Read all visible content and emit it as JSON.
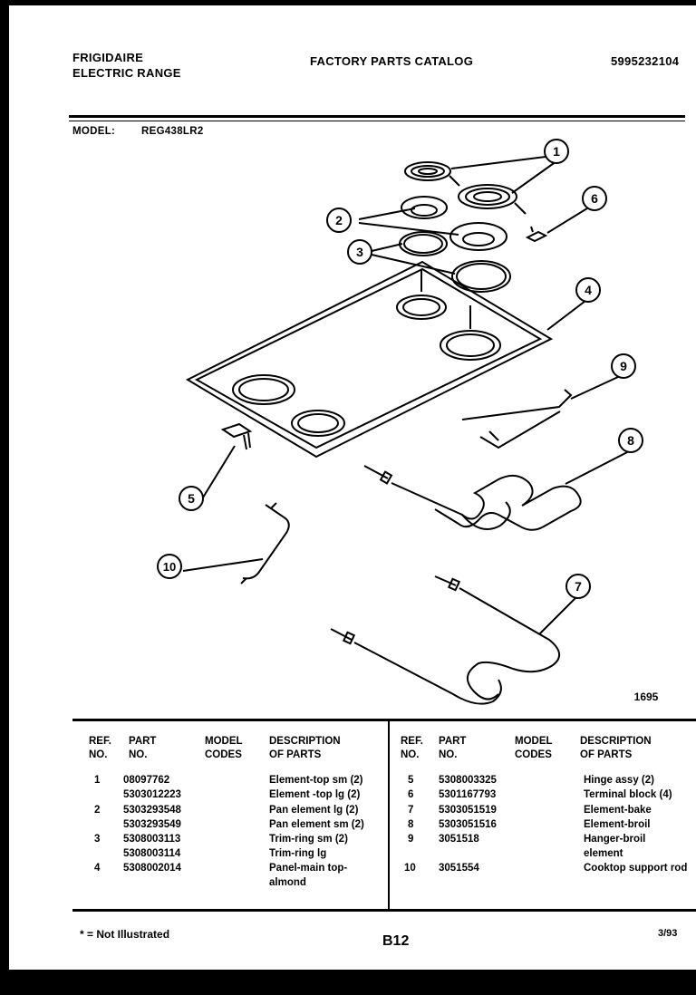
{
  "header": {
    "brand": "FRIGIDAIRE",
    "product": "ELECTRIC RANGE",
    "catalog_title": "FACTORY PARTS CATALOG",
    "catalog_number": "5995232104",
    "model_label": "MODEL:",
    "model_value": "REG438LR2"
  },
  "diagram": {
    "callouts": [
      "1",
      "2",
      "3",
      "4",
      "5",
      "6",
      "7",
      "8",
      "9",
      "10"
    ],
    "figure_number": "1695"
  },
  "table": {
    "headers": {
      "ref_no_1": "REF.",
      "ref_no_2": "NO.",
      "part_no_1": "PART",
      "part_no_2": "NO.",
      "model_codes_1": "MODEL",
      "model_codes_2": "CODES",
      "description_1": "DESCRIPTION",
      "description_2": "OF PARTS"
    },
    "left_rows": [
      {
        "ref": "1",
        "part": "08097762",
        "desc": "Element-top sm (2)"
      },
      {
        "ref": "",
        "part": "5303012223",
        "desc": "Element -top lg (2)"
      },
      {
        "ref": "2",
        "part": "5303293548",
        "desc": "Pan element lg (2)"
      },
      {
        "ref": "",
        "part": "5303293549",
        "desc": "Pan element sm (2)"
      },
      {
        "ref": "3",
        "part": "5308003113",
        "desc": "Trim-ring sm (2)"
      },
      {
        "ref": "",
        "part": "5308003114",
        "desc": "Trim-ring lg"
      },
      {
        "ref": "4",
        "part": "5308002014",
        "desc": "Panel-main top-"
      },
      {
        "ref": "",
        "part": "",
        "desc": "almond"
      }
    ],
    "right_rows": [
      {
        "ref": "5",
        "part": "5308003325",
        "desc": "Hinge assy (2)"
      },
      {
        "ref": "6",
        "part": "5301167793",
        "desc": "Terminal block (4)"
      },
      {
        "ref": "7",
        "part": "5303051519",
        "desc": "Element-bake"
      },
      {
        "ref": "8",
        "part": "5303051516",
        "desc": "Element-broil"
      },
      {
        "ref": "9",
        "part": "3051518",
        "desc": "Hanger-broil"
      },
      {
        "ref": "",
        "part": "",
        "desc": "element"
      },
      {
        "ref": "10",
        "part": "3051554",
        "desc": "Cooktop support rod"
      }
    ]
  },
  "footer": {
    "note": "* = Not Illustrated",
    "page": "B12",
    "date": "3/93"
  }
}
